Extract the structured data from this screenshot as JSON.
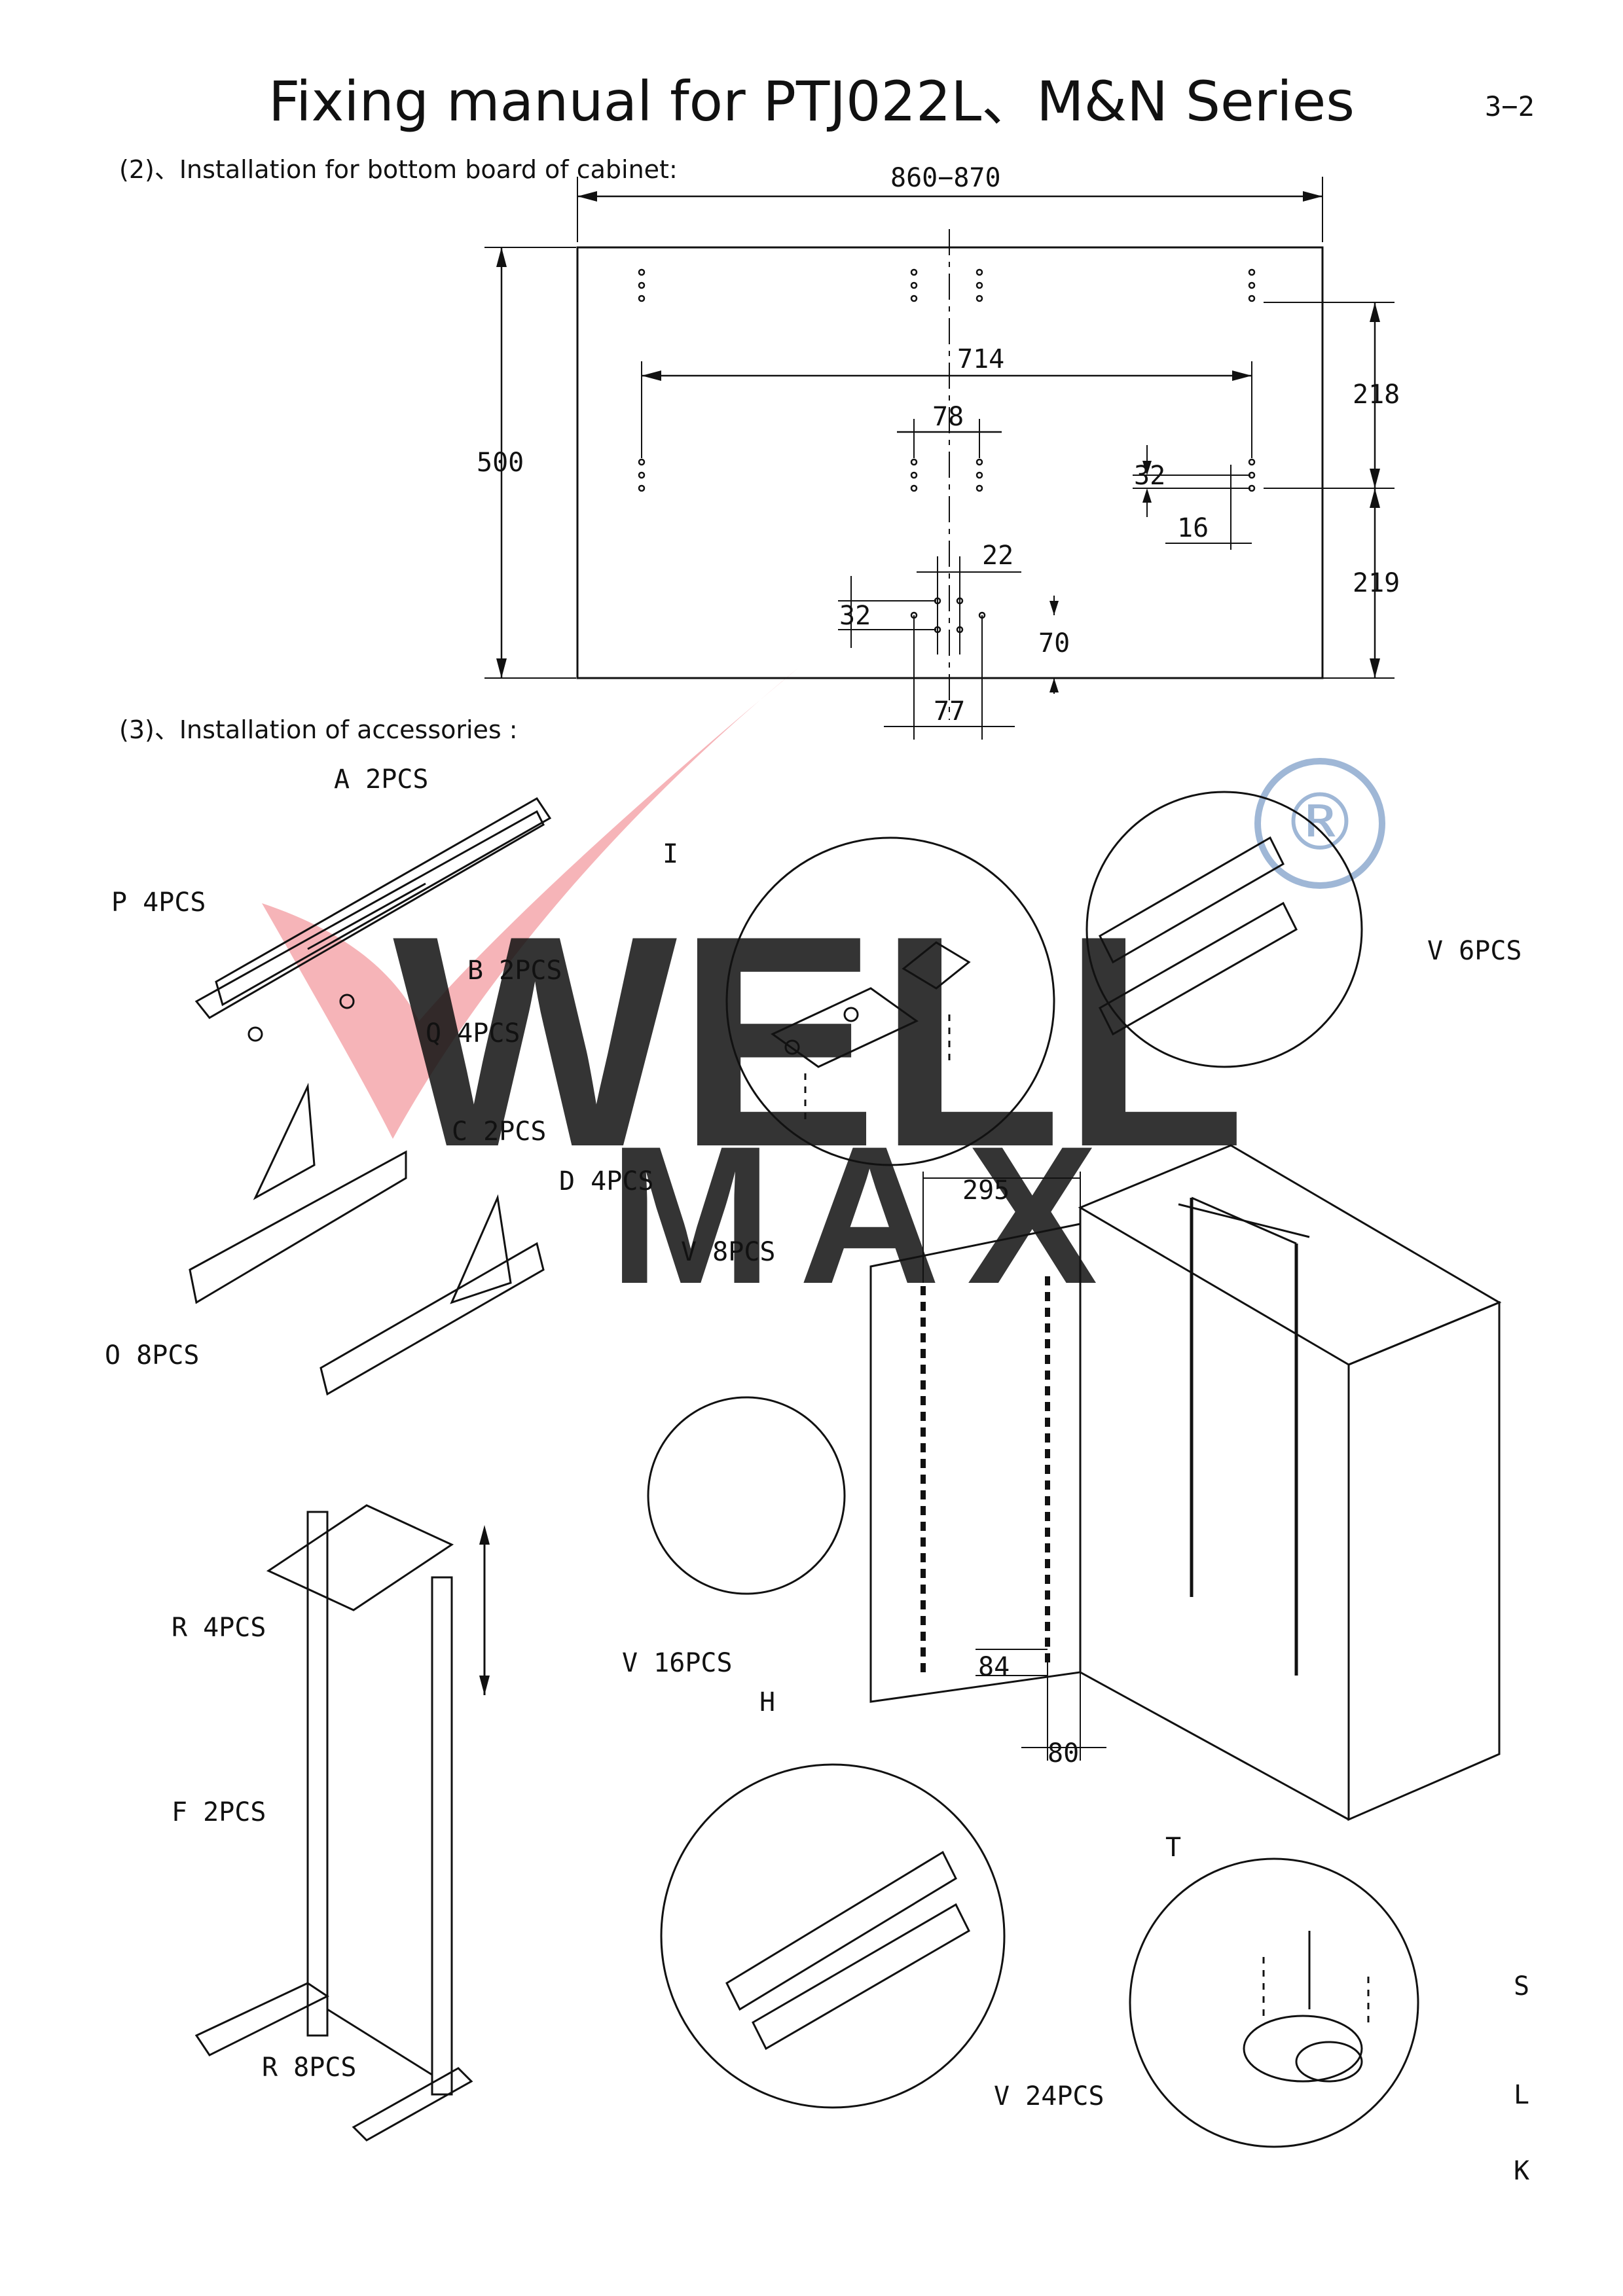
{
  "page": {
    "title": "Fixing manual for PTJ022L、M&N Series",
    "page_number": "3−2"
  },
  "sections": {
    "bottom_board": "(2)、Installation for bottom board of cabinet:",
    "accessories": "(3)、Installation of accessories :"
  },
  "dimensions": {
    "overall_width": "860−870",
    "height": "500",
    "hole_span": "714",
    "center_gap": "78",
    "upper_right": "218",
    "lower_right": "219",
    "hole_pitch_right": "32",
    "hole_offset": "16",
    "center_small": "22",
    "hole_pitch_center": "32",
    "front_offset": "70",
    "bottom_gap": "77",
    "rail_spacing": "295",
    "rail_offset": "84",
    "rail_depth": "80"
  },
  "parts": {
    "a": "A  2PCS",
    "p": "P  4PCS",
    "b": "B  2PCS",
    "q": "Q  4PCS",
    "c": "C  2PCS",
    "d": "D  4PCS",
    "o": "O  8PCS",
    "i": "I",
    "v6": "V  6PCS",
    "v8": "V  8PCS",
    "r4": "R  4PCS",
    "f": "F  2PCS",
    "r8": "R  8PCS",
    "v16": "V  16PCS",
    "h": "H",
    "t": "T",
    "s": "S",
    "l": "L",
    "k": "K",
    "v24": "V  24PCS"
  },
  "watermark": {
    "text_top": "WELL",
    "text_bottom": "MAX",
    "registered": "®",
    "colors": {
      "top": "#a9bcd8",
      "bottom": "#9fdcb4",
      "swoosh": "#f4a7ab"
    }
  }
}
